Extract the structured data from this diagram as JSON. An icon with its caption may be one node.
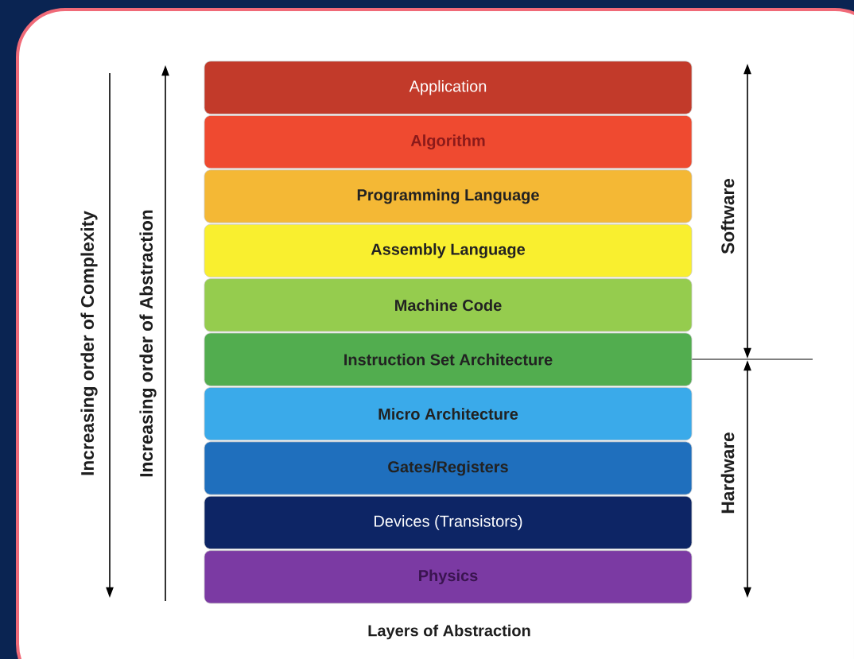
{
  "diagram": {
    "caption": "Layers of Abstraction",
    "nodes": [
      {
        "text": [
          "Application"
        ]
      },
      {
        "text": [
          "Algorithm"
        ]
      },
      {
        "text": [
          "Programming Language"
        ]
      },
      {
        "text": [
          "Assembly Language"
        ]
      },
      {
        "text": [
          "Machine Code"
        ]
      },
      {
        "text": [
          "Instruction Set Architecture"
        ]
      },
      {
        "text": [
          "Micro Architecture"
        ]
      },
      {
        "text": [
          "Gates/Registers"
        ]
      },
      {
        "text": [
          "Devices (Transistors)"
        ]
      },
      {
        "text": [
          "Physics"
        ]
      }
    ],
    "labels": [
      "Increasing order of Complexity",
      "Increasing order of Abstraction",
      "Software",
      "Hardware"
    ]
  }
}
